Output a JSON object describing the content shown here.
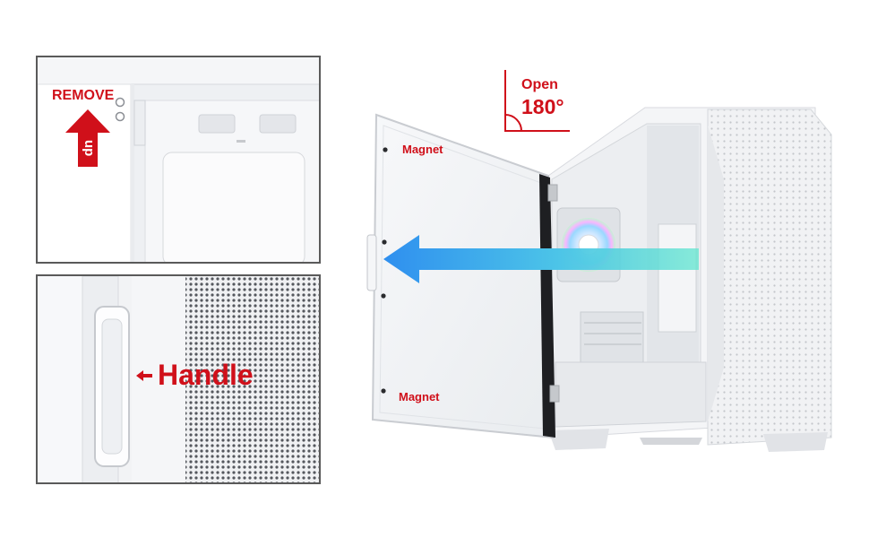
{
  "callouts": {
    "remove": "REMOVE",
    "up": "up",
    "handle": "Handle",
    "open": "Open",
    "angle": "180°",
    "magnet_top": "Magnet",
    "magnet_bottom": "Magnet"
  },
  "colors": {
    "accent_red": "#d0101a",
    "arrow_blue": "#3aa0f0",
    "arrow_cyan": "#58e0d0",
    "frame": "#5a5a5a",
    "case_white": "#f3f4f6"
  },
  "icons": {
    "up_arrow": "up-arrow-icon",
    "left_arrow": "left-arrow-icon",
    "angle_marker": "right-angle-icon",
    "fan": "rgb-fan-icon"
  }
}
